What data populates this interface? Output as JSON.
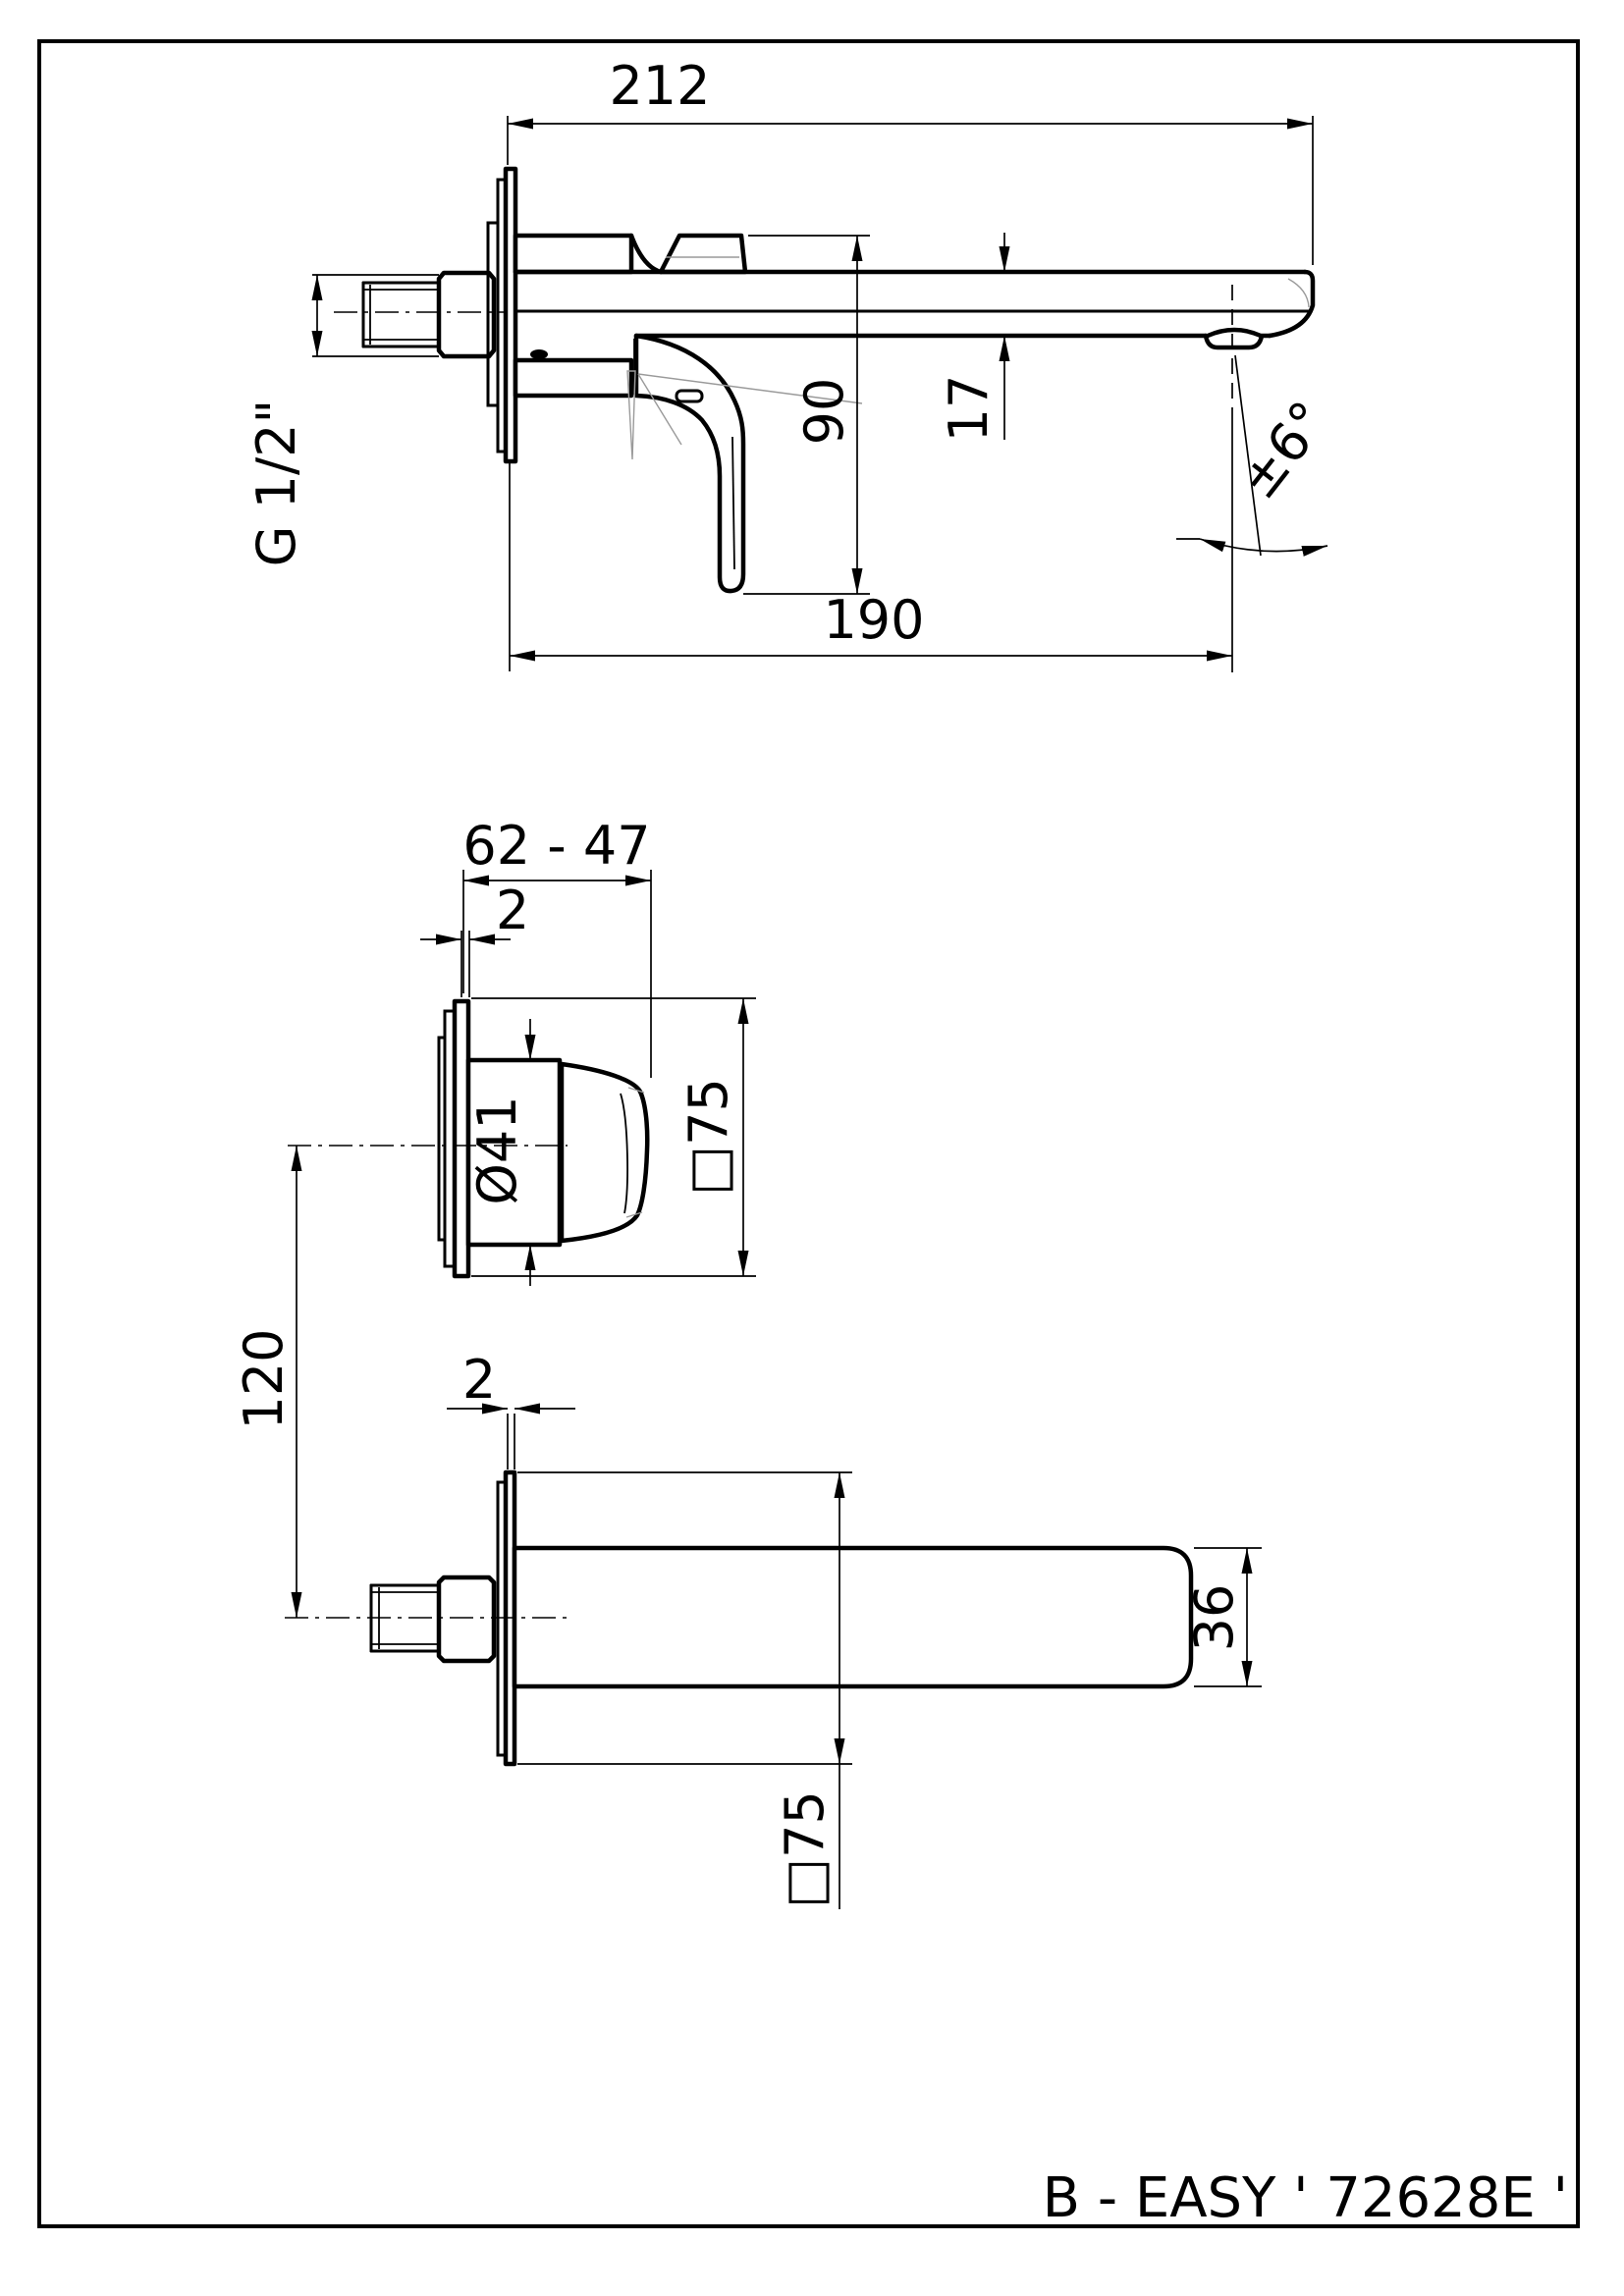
{
  "title_block": {
    "model": "B - EASY ' 72628E '"
  },
  "views": {
    "side_elevation": {
      "dimensions": {
        "overall_length": "212",
        "handle_drop": "90",
        "spout_profile_height": "17",
        "spout_reach": "190",
        "inlet_thread": "G 1/2\"",
        "spout_swivel": "±6°"
      }
    },
    "mixer_front": {
      "dimensions": {
        "mounting_depth_range": "62 - 47",
        "plate_thickness": "2",
        "handle_diameter": "Ø41",
        "plate_size": "□75",
        "centres_distance": "120"
      }
    },
    "spout_front": {
      "dimensions": {
        "plate_thickness": "2",
        "spout_height": "36",
        "plate_size": "□75"
      }
    }
  }
}
